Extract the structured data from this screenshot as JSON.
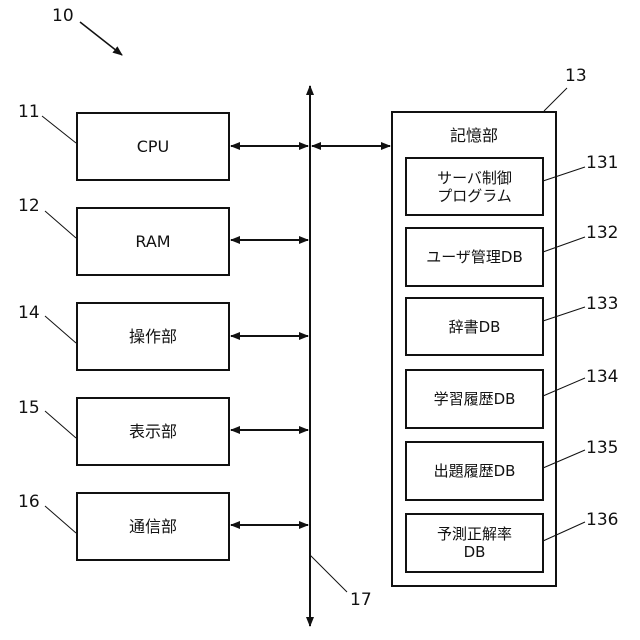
{
  "figure": {
    "ref": "10",
    "bus_ref": "17",
    "components": [
      {
        "ref": "11",
        "label": "CPU"
      },
      {
        "ref": "12",
        "label": "RAM"
      },
      {
        "ref": "14",
        "label": "操作部"
      },
      {
        "ref": "15",
        "label": "表示部"
      },
      {
        "ref": "16",
        "label": "通信部"
      }
    ],
    "storage": {
      "ref": "13",
      "label": "記憶部",
      "items": [
        {
          "ref": "131",
          "label": "サーバ制御\nプログラム"
        },
        {
          "ref": "132",
          "label": "ユーザ管理DB"
        },
        {
          "ref": "133",
          "label": "辞書DB"
        },
        {
          "ref": "134",
          "label": "学習履歴DB"
        },
        {
          "ref": "135",
          "label": "出題履歴DB"
        },
        {
          "ref": "136",
          "label": "予測正解率\nDB"
        }
      ]
    }
  }
}
